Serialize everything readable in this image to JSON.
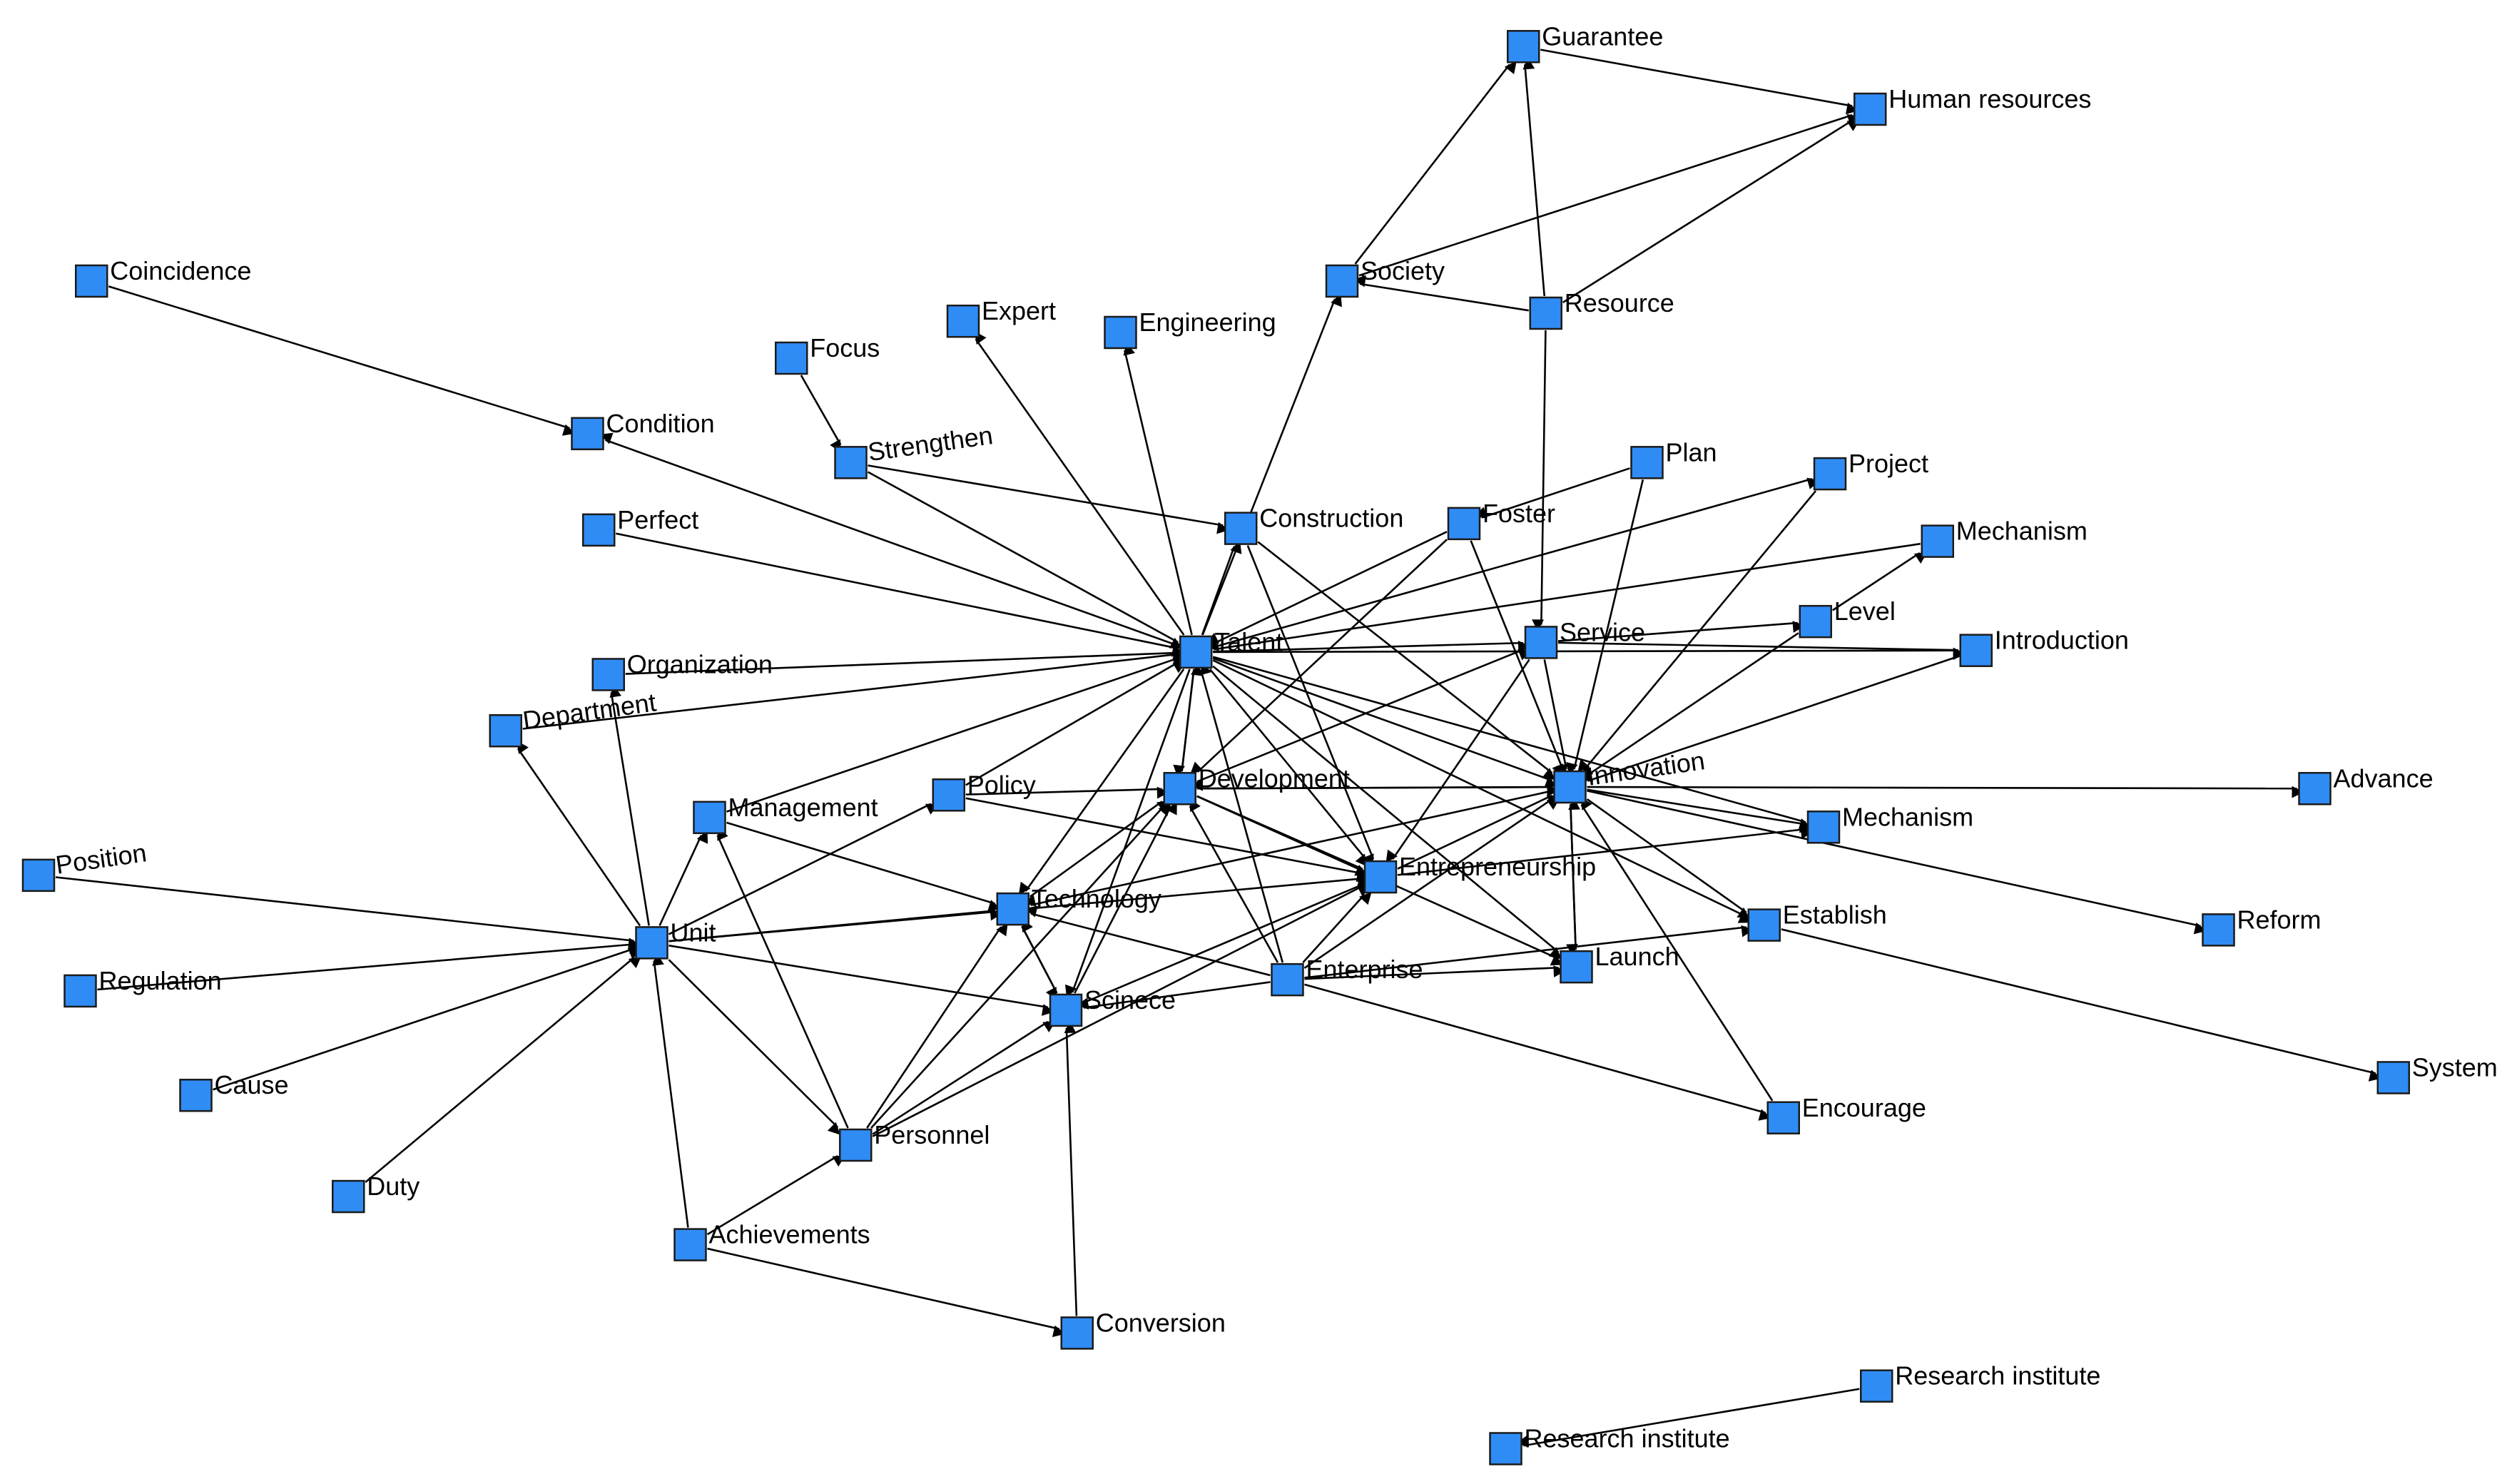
{
  "nodes": [
    {
      "id": "guarantee",
      "label": "Guarantee"
    },
    {
      "id": "human_resources",
      "label": "Human resources"
    },
    {
      "id": "coincidence",
      "label": "Coincidence"
    },
    {
      "id": "society",
      "label": "Society"
    },
    {
      "id": "resource",
      "label": "Resource"
    },
    {
      "id": "expert",
      "label": "Expert"
    },
    {
      "id": "engineering",
      "label": "Engineering"
    },
    {
      "id": "focus",
      "label": "Focus"
    },
    {
      "id": "condition",
      "label": "Condition"
    },
    {
      "id": "strengthen",
      "label": "Strengthen"
    },
    {
      "id": "plan",
      "label": "Plan"
    },
    {
      "id": "project",
      "label": "Project"
    },
    {
      "id": "perfect",
      "label": "Perfect"
    },
    {
      "id": "construction",
      "label": "Construction"
    },
    {
      "id": "foster",
      "label": "Foster"
    },
    {
      "id": "mechanism_top",
      "label": "Mechanism"
    },
    {
      "id": "level",
      "label": "Level"
    },
    {
      "id": "talent",
      "label": "Talent"
    },
    {
      "id": "service",
      "label": "Service"
    },
    {
      "id": "introduction",
      "label": "Introduction"
    },
    {
      "id": "organization",
      "label": "Organization"
    },
    {
      "id": "department",
      "label": "Department"
    },
    {
      "id": "innovation",
      "label": "Innovation"
    },
    {
      "id": "advance",
      "label": "Advance"
    },
    {
      "id": "management",
      "label": "Management"
    },
    {
      "id": "policy",
      "label": "Policy"
    },
    {
      "id": "development",
      "label": "Development"
    },
    {
      "id": "mechanism_mid",
      "label": "Mechanism"
    },
    {
      "id": "position",
      "label": "Position"
    },
    {
      "id": "entrepreneurship",
      "label": "Entrepreneurship"
    },
    {
      "id": "technology",
      "label": "Technology"
    },
    {
      "id": "unit",
      "label": "Unit"
    },
    {
      "id": "establish",
      "label": "Establish"
    },
    {
      "id": "reform",
      "label": "Reform"
    },
    {
      "id": "launch",
      "label": "Launch"
    },
    {
      "id": "regulation",
      "label": "Regulation"
    },
    {
      "id": "enterprise",
      "label": "Enterprise"
    },
    {
      "id": "scinece",
      "label": "Scinece"
    },
    {
      "id": "system",
      "label": "System"
    },
    {
      "id": "cause",
      "label": "Cause"
    },
    {
      "id": "encourage",
      "label": "Encourage"
    },
    {
      "id": "personnel",
      "label": "Personnel"
    },
    {
      "id": "duty",
      "label": "Duty"
    },
    {
      "id": "achievements",
      "label": "Achievements"
    },
    {
      "id": "conversion",
      "label": "Conversion"
    },
    {
      "id": "research_institute_1",
      "label": "Research institute"
    },
    {
      "id": "research_institute_2",
      "label": "Research institute"
    }
  ],
  "edges": [
    [
      "coincidence",
      "condition"
    ],
    [
      "guarantee",
      "human_resources"
    ],
    [
      "society",
      "guarantee"
    ],
    [
      "society",
      "human_resources"
    ],
    [
      "resource",
      "human_resources"
    ],
    [
      "resource",
      "guarantee"
    ],
    [
      "resource",
      "society"
    ],
    [
      "talent",
      "condition"
    ],
    [
      "talent",
      "expert"
    ],
    [
      "talent",
      "engineering"
    ],
    [
      "talent",
      "society"
    ],
    [
      "talent",
      "construction"
    ],
    [
      "talent",
      "service"
    ],
    [
      "talent",
      "innovation"
    ],
    [
      "talent",
      "development"
    ],
    [
      "talent",
      "project"
    ],
    [
      "talent",
      "introduction"
    ],
    [
      "talent",
      "entrepreneurship"
    ],
    [
      "talent",
      "launch"
    ],
    [
      "talent",
      "establish"
    ],
    [
      "talent",
      "technology"
    ],
    [
      "talent",
      "scinece"
    ],
    [
      "talent",
      "mechanism_mid"
    ],
    [
      "focus",
      "strengthen"
    ],
    [
      "strengthen",
      "talent"
    ],
    [
      "strengthen",
      "construction"
    ],
    [
      "perfect",
      "talent"
    ],
    [
      "organization",
      "talent"
    ],
    [
      "department",
      "talent"
    ],
    [
      "management",
      "talent"
    ],
    [
      "policy",
      "talent"
    ],
    [
      "development",
      "talent"
    ],
    [
      "enterprise",
      "talent"
    ],
    [
      "foster",
      "talent"
    ],
    [
      "foster",
      "innovation"
    ],
    [
      "foster",
      "development"
    ],
    [
      "plan",
      "foster"
    ],
    [
      "plan",
      "innovation"
    ],
    [
      "mechanism_top",
      "talent"
    ],
    [
      "level",
      "mechanism_top"
    ],
    [
      "level",
      "innovation"
    ],
    [
      "service",
      "innovation"
    ],
    [
      "service",
      "level"
    ],
    [
      "service",
      "introduction"
    ],
    [
      "service",
      "entrepreneurship"
    ],
    [
      "construction",
      "innovation"
    ],
    [
      "construction",
      "entrepreneurship"
    ],
    [
      "resource",
      "service"
    ],
    [
      "project",
      "innovation"
    ],
    [
      "introduction",
      "innovation"
    ],
    [
      "innovation",
      "advance"
    ],
    [
      "innovation",
      "reform"
    ],
    [
      "innovation",
      "mechanism_mid"
    ],
    [
      "innovation",
      "establish"
    ],
    [
      "innovation",
      "development"
    ],
    [
      "innovation",
      "technology"
    ],
    [
      "innovation",
      "launch"
    ],
    [
      "entrepreneurship",
      "innovation"
    ],
    [
      "entrepreneurship",
      "mechanism_mid"
    ],
    [
      "development",
      "innovation"
    ],
    [
      "development",
      "service"
    ],
    [
      "development",
      "entrepreneurship"
    ],
    [
      "development",
      "launch"
    ],
    [
      "launch",
      "innovation"
    ],
    [
      "encourage",
      "innovation"
    ],
    [
      "establish",
      "system"
    ],
    [
      "unit",
      "department"
    ],
    [
      "unit",
      "organization"
    ],
    [
      "unit",
      "management"
    ],
    [
      "unit",
      "policy"
    ],
    [
      "unit",
      "technology"
    ],
    [
      "unit",
      "scinece"
    ],
    [
      "unit",
      "personnel"
    ],
    [
      "unit",
      "entrepreneurship"
    ],
    [
      "position",
      "unit"
    ],
    [
      "regulation",
      "unit"
    ],
    [
      "cause",
      "unit"
    ],
    [
      "duty",
      "unit"
    ],
    [
      "achievements",
      "unit"
    ],
    [
      "achievements",
      "personnel"
    ],
    [
      "achievements",
      "conversion"
    ],
    [
      "management",
      "technology"
    ],
    [
      "policy",
      "development"
    ],
    [
      "policy",
      "entrepreneurship"
    ],
    [
      "personnel",
      "management"
    ],
    [
      "personnel",
      "scinece"
    ],
    [
      "personnel",
      "technology"
    ],
    [
      "personnel",
      "development"
    ],
    [
      "personnel",
      "entrepreneurship"
    ],
    [
      "technology",
      "development"
    ],
    [
      "technology",
      "scinece"
    ],
    [
      "scinece",
      "technology"
    ],
    [
      "scinece",
      "entrepreneurship"
    ],
    [
      "scinece",
      "development"
    ],
    [
      "conversion",
      "scinece"
    ],
    [
      "enterprise",
      "technology"
    ],
    [
      "enterprise",
      "scinece"
    ],
    [
      "enterprise",
      "development"
    ],
    [
      "enterprise",
      "innovation"
    ],
    [
      "enterprise",
      "entrepreneurship"
    ],
    [
      "enterprise",
      "launch"
    ],
    [
      "enterprise",
      "establish"
    ],
    [
      "enterprise",
      "encourage"
    ],
    [
      "research_institute_1",
      "research_institute_2"
    ]
  ]
}
